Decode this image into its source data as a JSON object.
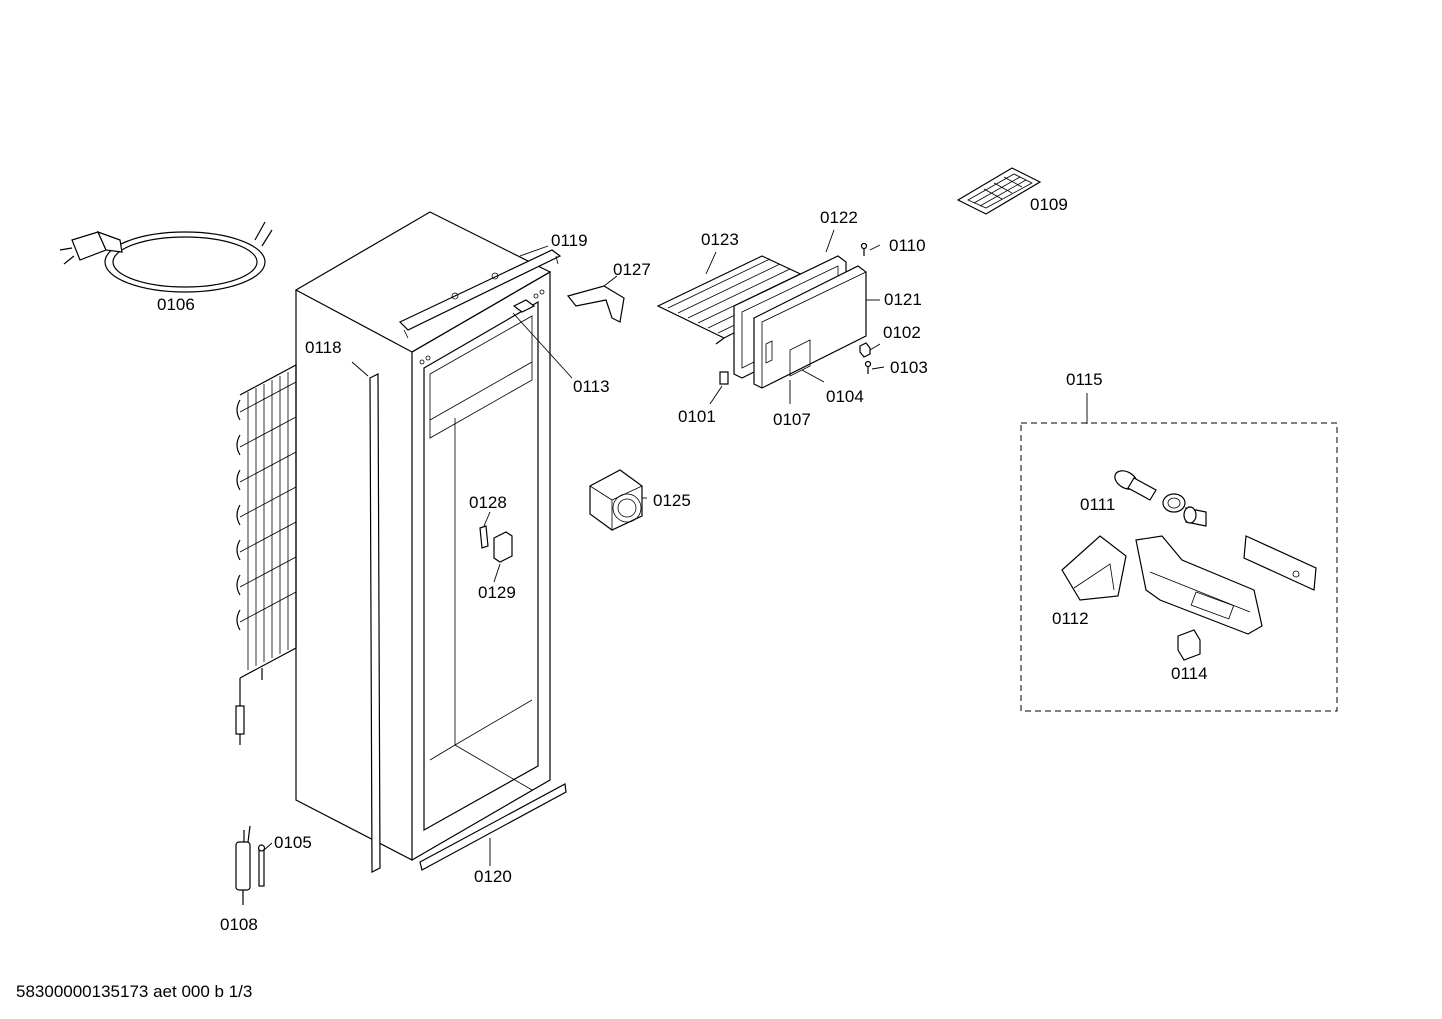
{
  "footer_code": "58300000135173 aet 000 b 1/3",
  "labels": {
    "p0101": "0101",
    "p0102": "0102",
    "p0103": "0103",
    "p0104": "0104",
    "p0105": "0105",
    "p0106": "0106",
    "p0107": "0107",
    "p0108": "0108",
    "p0109": "0109",
    "p0110": "0110",
    "p0111": "0111",
    "p0112": "0112",
    "p0113": "0113",
    "p0114": "0114",
    "p0115": "0115",
    "p0118": "0118",
    "p0119": "0119",
    "p0120": "0120",
    "p0121": "0121",
    "p0122": "0122",
    "p0123": "0123",
    "p0125": "0125",
    "p0127": "0127",
    "p0128": "0128",
    "p0129": "0129"
  }
}
